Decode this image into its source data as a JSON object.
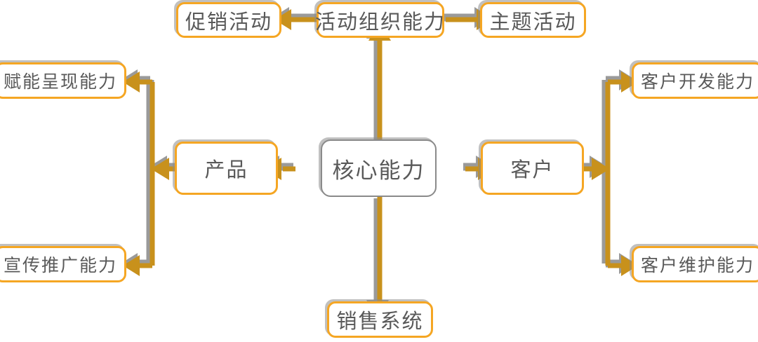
{
  "diagram": {
    "title": "核心能力 mind map",
    "colors": {
      "node_border": "#F5A623",
      "core_border": "#8A8A8A",
      "connector": "#C8911C",
      "connector_shadow": "#9A9A9A",
      "text": "#595959",
      "background": "#FFFFFF"
    },
    "nodes": {
      "core": "核心能力",
      "product": "产品",
      "customer": "客户",
      "activity_organization": "活动组织能力",
      "promotion_activity": "促销活动",
      "theme_activity": "主题活动",
      "sales_system": "销售系统",
      "empower_presentation": "赋能呈现能力",
      "publicity_promotion": "宣传推广能力",
      "customer_development": "客户开发能力",
      "customer_maintenance": "客户维护能力"
    },
    "edges": [
      {
        "name": "core-to-product",
        "from": "核心能力",
        "to": "产品",
        "direction": "left"
      },
      {
        "name": "core-to-customer",
        "from": "核心能力",
        "to": "客户",
        "direction": "right"
      },
      {
        "name": "core-to-activity-organization",
        "from": "核心能力",
        "to": "活动组织能力",
        "direction": "up"
      },
      {
        "name": "core-to-sales-system",
        "from": "核心能力",
        "to": "销售系统",
        "direction": "down"
      },
      {
        "name": "activity-organization-to-promotion",
        "from": "活动组织能力",
        "to": "促销活动",
        "direction": "left"
      },
      {
        "name": "activity-organization-to-theme",
        "from": "活动组织能力",
        "to": "主题活动",
        "direction": "right"
      },
      {
        "name": "product-to-empower-presentation",
        "from": "产品",
        "to": "赋能呈现能力",
        "direction": "left"
      },
      {
        "name": "product-to-publicity-promotion",
        "from": "产品",
        "to": "宣传推广能力",
        "direction": "left"
      },
      {
        "name": "customer-to-customer-development",
        "from": "客户",
        "to": "客户开发能力",
        "direction": "right"
      },
      {
        "name": "customer-to-customer-maintenance",
        "from": "客户",
        "to": "客户维护能力",
        "direction": "right"
      }
    ]
  }
}
